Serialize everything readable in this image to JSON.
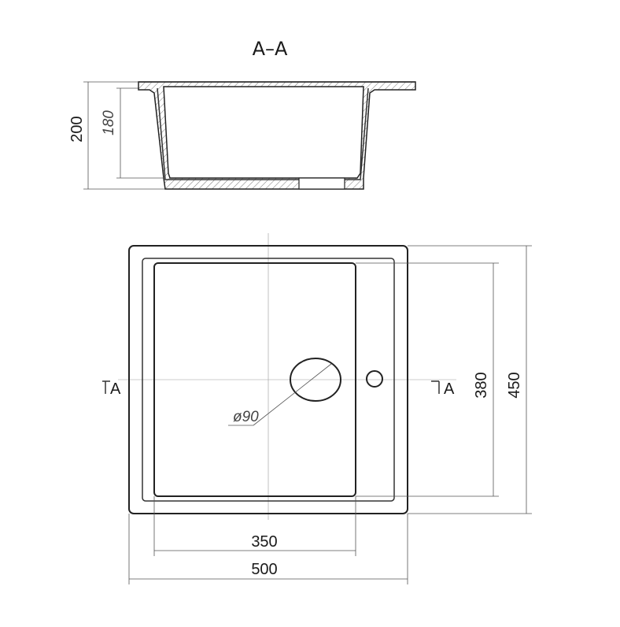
{
  "section": {
    "title": "A–A",
    "height_outer": "200",
    "height_inner": "180"
  },
  "plan": {
    "bowl_depth": "380",
    "overall_depth": "450",
    "bowl_width": "350",
    "overall_width": "500",
    "drain_diameter": "ø90",
    "cut_mark_left": "A",
    "cut_mark_right": "A"
  }
}
